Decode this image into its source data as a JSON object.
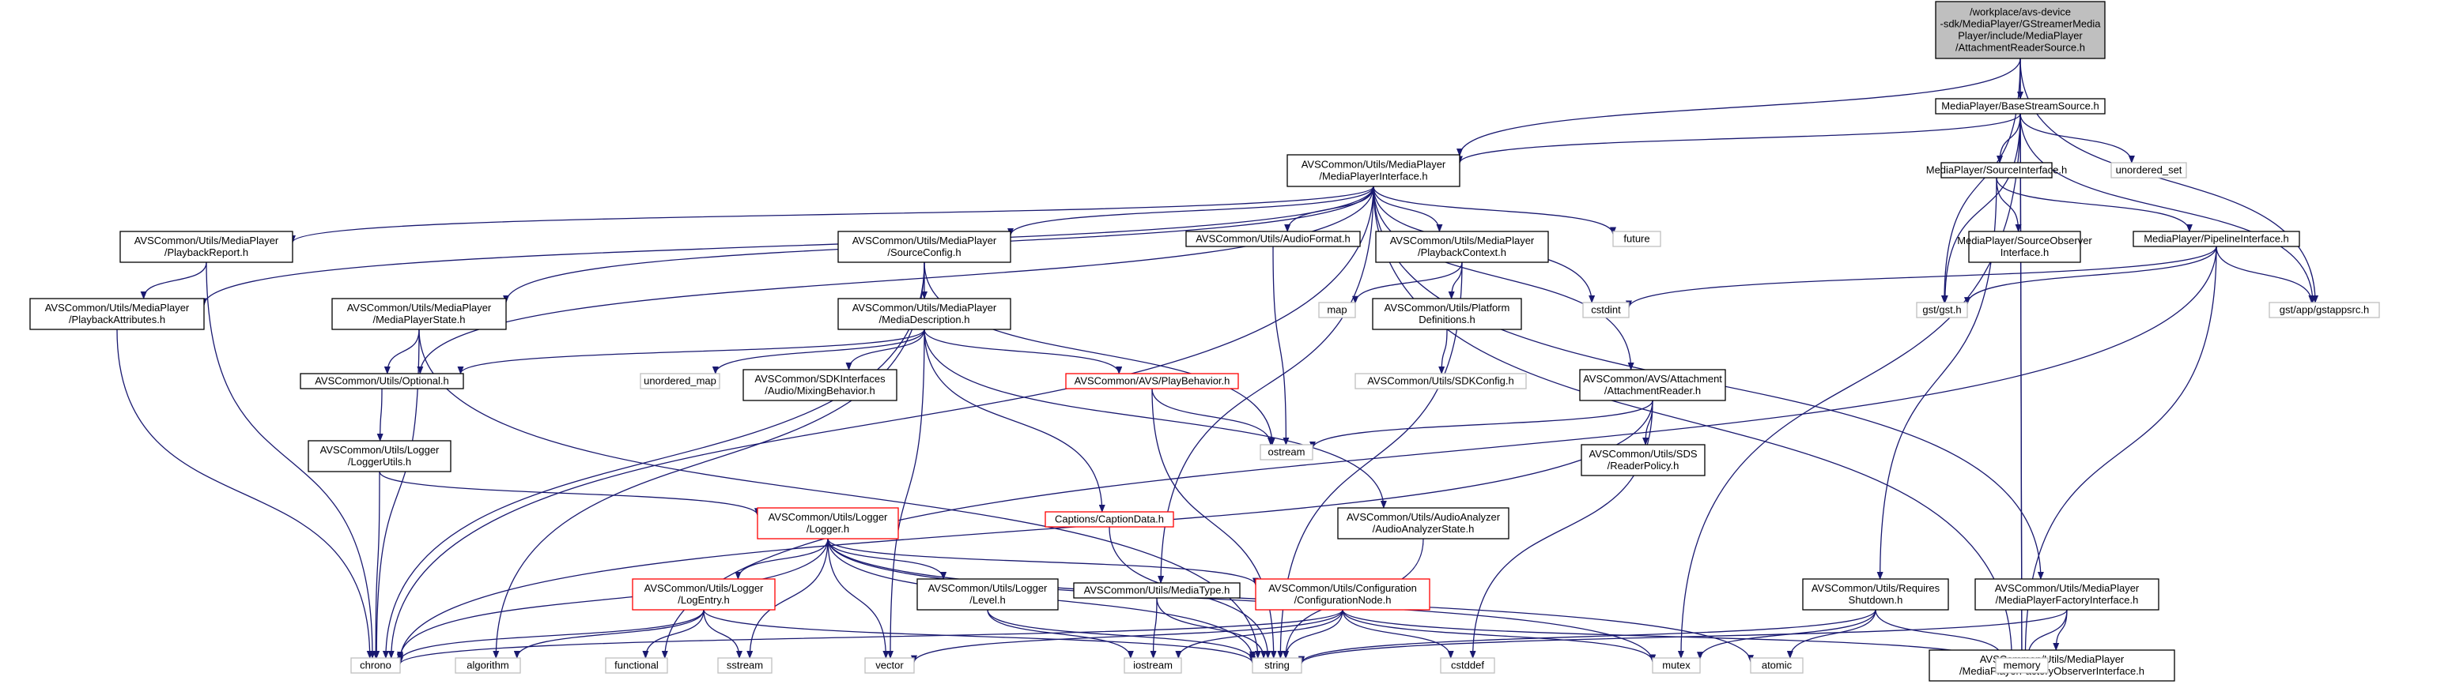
{
  "colors": {
    "root_fill": "#bfbfbf",
    "root_stroke": "#000000",
    "doc_stroke": "#000000",
    "partial_stroke": "#ff0000",
    "system_stroke": "#bfbfbf",
    "edge": "#191970"
  },
  "nodes": [
    {
      "id": "root",
      "kind": "root",
      "lines": [
        "/workplace/avs-device",
        "-sdk/MediaPlayer/GStreamerMedia",
        "Player/include/MediaPlayer",
        "/AttachmentReaderSource.h"
      ]
    },
    {
      "id": "basestream",
      "kind": "doc",
      "lines": [
        "MediaPlayer/BaseStreamSource.h"
      ]
    },
    {
      "id": "mpi",
      "kind": "doc",
      "lines": [
        "AVSCommon/Utils/MediaPlayer",
        "/MediaPlayerInterface.h"
      ]
    },
    {
      "id": "sourceiface",
      "kind": "doc",
      "lines": [
        "MediaPlayer/SourceInterface.h"
      ]
    },
    {
      "id": "unordered_set",
      "kind": "system",
      "lines": [
        "unordered_set"
      ]
    },
    {
      "id": "sourceobs",
      "kind": "doc",
      "lines": [
        "MediaPlayer/SourceObserver",
        "Interface.h"
      ]
    },
    {
      "id": "pipeline",
      "kind": "doc",
      "lines": [
        "MediaPlayer/PipelineInterface.h"
      ]
    },
    {
      "id": "gstappsrc",
      "kind": "system",
      "lines": [
        "gst/app/gstappsrc.h"
      ]
    },
    {
      "id": "gst",
      "kind": "system",
      "lines": [
        "gst/gst.h"
      ]
    },
    {
      "id": "cstdint",
      "kind": "system",
      "lines": [
        "cstdint"
      ]
    },
    {
      "id": "future",
      "kind": "system",
      "lines": [
        "future"
      ]
    },
    {
      "id": "playbackreport",
      "kind": "doc",
      "lines": [
        "AVSCommon/Utils/MediaPlayer",
        "/PlaybackReport.h"
      ]
    },
    {
      "id": "playbackattr",
      "kind": "doc",
      "lines": [
        "AVSCommon/Utils/MediaPlayer",
        "/PlaybackAttributes.h"
      ]
    },
    {
      "id": "sourceconfig",
      "kind": "doc",
      "lines": [
        "AVSCommon/Utils/MediaPlayer",
        "/SourceConfig.h"
      ]
    },
    {
      "id": "audioformat",
      "kind": "doc",
      "lines": [
        "AVSCommon/Utils/AudioFormat.h"
      ]
    },
    {
      "id": "playbackctx",
      "kind": "doc",
      "lines": [
        "AVSCommon/Utils/MediaPlayer",
        "/PlaybackContext.h"
      ]
    },
    {
      "id": "map",
      "kind": "system",
      "lines": [
        "map"
      ]
    },
    {
      "id": "platformdefs",
      "kind": "doc",
      "lines": [
        "AVSCommon/Utils/Platform",
        "Definitions.h"
      ]
    },
    {
      "id": "sdkconfig",
      "kind": "system",
      "lines": [
        "AVSCommon/Utils/SDKConfig.h"
      ]
    },
    {
      "id": "mpstate",
      "kind": "doc",
      "lines": [
        "AVSCommon/Utils/MediaPlayer",
        "/MediaPlayerState.h"
      ]
    },
    {
      "id": "mediadesc",
      "kind": "doc",
      "lines": [
        "AVSCommon/Utils/MediaPlayer",
        "/MediaDescription.h"
      ]
    },
    {
      "id": "optional",
      "kind": "doc",
      "lines": [
        "AVSCommon/Utils/Optional.h"
      ]
    },
    {
      "id": "unordered_map",
      "kind": "system",
      "lines": [
        "unordered_map"
      ]
    },
    {
      "id": "mixing",
      "kind": "doc",
      "lines": [
        "AVSCommon/SDKInterfaces",
        "/Audio/MixingBehavior.h"
      ]
    },
    {
      "id": "playbehavior",
      "kind": "partial",
      "lines": [
        "AVSCommon/AVS/PlayBehavior.h"
      ]
    },
    {
      "id": "ostream",
      "kind": "system",
      "lines": [
        "ostream"
      ]
    },
    {
      "id": "attachreader",
      "kind": "doc",
      "lines": [
        "AVSCommon/AVS/Attachment",
        "/AttachmentReader.h"
      ]
    },
    {
      "id": "readerpolicy",
      "kind": "doc",
      "lines": [
        "AVSCommon/Utils/SDS",
        "/ReaderPolicy.h"
      ]
    },
    {
      "id": "loggerutils",
      "kind": "doc",
      "lines": [
        "AVSCommon/Utils/Logger",
        "/LoggerUtils.h"
      ]
    },
    {
      "id": "logger",
      "kind": "partial",
      "lines": [
        "AVSCommon/Utils/Logger",
        "/Logger.h"
      ]
    },
    {
      "id": "captions",
      "kind": "partial",
      "lines": [
        "Captions/CaptionData.h"
      ]
    },
    {
      "id": "analyzerstate",
      "kind": "doc",
      "lines": [
        "AVSCommon/Utils/AudioAnalyzer",
        "/AudioAnalyzerState.h"
      ]
    },
    {
      "id": "logentry",
      "kind": "partial",
      "lines": [
        "AVSCommon/Utils/Logger",
        "/LogEntry.h"
      ]
    },
    {
      "id": "level",
      "kind": "doc",
      "lines": [
        "AVSCommon/Utils/Logger",
        "/Level.h"
      ]
    },
    {
      "id": "mediatype",
      "kind": "doc",
      "lines": [
        "AVSCommon/Utils/MediaType.h"
      ]
    },
    {
      "id": "confignode",
      "kind": "partial",
      "lines": [
        "AVSCommon/Utils/Configuration",
        "/ConfigurationNode.h"
      ]
    },
    {
      "id": "reqshutdown",
      "kind": "doc",
      "lines": [
        "AVSCommon/Utils/Requires",
        "Shutdown.h"
      ]
    },
    {
      "id": "mpfactory",
      "kind": "doc",
      "lines": [
        "AVSCommon/Utils/MediaPlayer",
        "/MediaPlayerFactoryInterface.h"
      ]
    },
    {
      "id": "mpfactoryobs",
      "kind": "doc",
      "lines": [
        "AVSCommon/Utils/MediaPlayer",
        "/MediaPlayerFactoryObserverInterface.h"
      ]
    },
    {
      "id": "chrono",
      "kind": "system",
      "lines": [
        "chrono"
      ]
    },
    {
      "id": "algorithm",
      "kind": "system",
      "lines": [
        "algorithm"
      ]
    },
    {
      "id": "functional",
      "kind": "system",
      "lines": [
        "functional"
      ]
    },
    {
      "id": "sstream",
      "kind": "system",
      "lines": [
        "sstream"
      ]
    },
    {
      "id": "vector",
      "kind": "system",
      "lines": [
        "vector"
      ]
    },
    {
      "id": "iostream",
      "kind": "system",
      "lines": [
        "iostream"
      ]
    },
    {
      "id": "string",
      "kind": "system",
      "lines": [
        "string"
      ]
    },
    {
      "id": "cstddef",
      "kind": "system",
      "lines": [
        "cstddef"
      ]
    },
    {
      "id": "mutex",
      "kind": "system",
      "lines": [
        "mutex"
      ]
    },
    {
      "id": "atomic",
      "kind": "system",
      "lines": [
        "atomic"
      ]
    },
    {
      "id": "memory",
      "kind": "system",
      "lines": [
        "memory"
      ]
    }
  ],
  "edges": [
    [
      "root",
      "basestream"
    ],
    [
      "root",
      "mpi"
    ],
    [
      "root",
      "gst"
    ],
    [
      "root",
      "gstappsrc"
    ],
    [
      "root",
      "memory"
    ],
    [
      "basestream",
      "mpi"
    ],
    [
      "basestream",
      "sourceiface"
    ],
    [
      "basestream",
      "unordered_set"
    ],
    [
      "basestream",
      "gst"
    ],
    [
      "basestream",
      "gstappsrc"
    ],
    [
      "basestream",
      "mutex"
    ],
    [
      "basestream",
      "memory"
    ],
    [
      "sourceiface",
      "sourceobs"
    ],
    [
      "sourceiface",
      "pipeline"
    ],
    [
      "sourceiface",
      "reqshutdown"
    ],
    [
      "pipeline",
      "gstappsrc"
    ],
    [
      "pipeline",
      "gst"
    ],
    [
      "pipeline",
      "cstdint"
    ],
    [
      "pipeline",
      "memory"
    ],
    [
      "pipeline",
      "functional"
    ],
    [
      "mpi",
      "playbackreport"
    ],
    [
      "mpi",
      "playbackattr"
    ],
    [
      "mpi",
      "sourceconfig"
    ],
    [
      "mpi",
      "audioformat"
    ],
    [
      "mpi",
      "playbackctx"
    ],
    [
      "mpi",
      "future"
    ],
    [
      "mpi",
      "cstdint"
    ],
    [
      "mpi",
      "mpstate"
    ],
    [
      "mpi",
      "optional"
    ],
    [
      "mpi",
      "attachreader"
    ],
    [
      "mpi",
      "mpfactory"
    ],
    [
      "mpi",
      "mediatype"
    ],
    [
      "mpi",
      "chrono"
    ],
    [
      "mpi",
      "memory"
    ],
    [
      "playbackreport",
      "playbackattr"
    ],
    [
      "playbackreport",
      "chrono"
    ],
    [
      "playbackattr",
      "chrono"
    ],
    [
      "sourceconfig",
      "mediadesc"
    ],
    [
      "sourceconfig",
      "chrono"
    ],
    [
      "sourceconfig",
      "algorithm"
    ],
    [
      "sourceconfig",
      "ostream"
    ],
    [
      "audioformat",
      "ostream"
    ],
    [
      "playbackctx",
      "map"
    ],
    [
      "playbackctx",
      "platformdefs"
    ],
    [
      "playbackctx",
      "string"
    ],
    [
      "platformdefs",
      "sdkconfig"
    ],
    [
      "mpstate",
      "optional"
    ],
    [
      "mpstate",
      "chrono"
    ],
    [
      "mpstate",
      "string"
    ],
    [
      "mediadesc",
      "optional"
    ],
    [
      "mediadesc",
      "unordered_map"
    ],
    [
      "mediadesc",
      "mixing"
    ],
    [
      "mediadesc",
      "playbehavior"
    ],
    [
      "mediadesc",
      "captions"
    ],
    [
      "mediadesc",
      "analyzerstate"
    ],
    [
      "mediadesc",
      "vector"
    ],
    [
      "playbehavior",
      "ostream"
    ],
    [
      "playbehavior",
      "string"
    ],
    [
      "optional",
      "loggerutils"
    ],
    [
      "loggerutils",
      "logger"
    ],
    [
      "loggerutils",
      "chrono"
    ],
    [
      "logger",
      "logentry"
    ],
    [
      "logger",
      "level"
    ],
    [
      "logger",
      "confignode"
    ],
    [
      "logger",
      "chrono"
    ],
    [
      "logger",
      "sstream"
    ],
    [
      "logger",
      "vector"
    ],
    [
      "logger",
      "string"
    ],
    [
      "logger",
      "mutex"
    ],
    [
      "logger",
      "atomic"
    ],
    [
      "logentry",
      "chrono"
    ],
    [
      "logentry",
      "algorithm"
    ],
    [
      "logentry",
      "functional"
    ],
    [
      "logentry",
      "sstream"
    ],
    [
      "logentry",
      "string"
    ],
    [
      "level",
      "iostream"
    ],
    [
      "level",
      "string"
    ],
    [
      "mediatype",
      "iostream"
    ],
    [
      "mediatype",
      "string"
    ],
    [
      "confignode",
      "chrono"
    ],
    [
      "confignode",
      "vector"
    ],
    [
      "confignode",
      "iostream"
    ],
    [
      "confignode",
      "string"
    ],
    [
      "confignode",
      "cstddef"
    ],
    [
      "confignode",
      "mutex"
    ],
    [
      "confignode",
      "memory"
    ],
    [
      "captions",
      "string"
    ],
    [
      "analyzerstate",
      "string"
    ],
    [
      "attachreader",
      "ostream"
    ],
    [
      "attachreader",
      "readerpolicy"
    ],
    [
      "attachreader",
      "chrono"
    ],
    [
      "attachreader",
      "cstddef"
    ],
    [
      "reqshutdown",
      "string"
    ],
    [
      "reqshutdown",
      "mutex"
    ],
    [
      "reqshutdown",
      "atomic"
    ],
    [
      "reqshutdown",
      "memory"
    ],
    [
      "mpfactory",
      "mpfactoryobs"
    ],
    [
      "mpfactory",
      "string"
    ],
    [
      "mpfactory",
      "memory"
    ]
  ]
}
